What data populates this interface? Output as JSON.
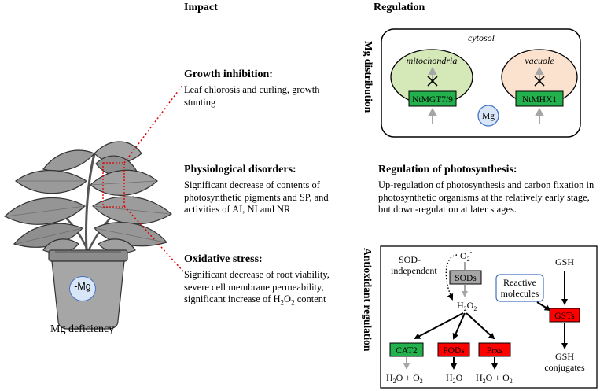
{
  "headers": {
    "impact": "Impact",
    "regulation": "Regulation"
  },
  "plant": {
    "pot_label": "-Mg",
    "caption": "Mg deficiency"
  },
  "impacts": [
    {
      "title": "Growth inhibition:",
      "lines": [
        "Leaf chlorosis and curling, growth",
        "stunting"
      ]
    },
    {
      "title": "Physiological disorders:",
      "lines": [
        "Significant decrease of contents of",
        "photosynthetic pigments and SP, and",
        "activities of AI, NI and NR"
      ]
    },
    {
      "title": "Oxidative stress:",
      "lines": [
        "Significant decrease of root viability,",
        "severe cell membrane permeability,"
      ]
    }
  ],
  "impact_h2o2_line": {
    "prefix": "significant increase of H",
    "sub1": "2",
    "mid": "O",
    "sub2": "2",
    "suffix": " content"
  },
  "mg_distribution": {
    "side_label": "Mg distribution",
    "cytosol": "cytosol",
    "mitochondria": "mitochondria",
    "vacuole": "vacuole",
    "transporter_mito": "NtMGT7/9",
    "transporter_vac": "NtMHX1",
    "mg": "Mg"
  },
  "photosynthesis": {
    "title": "Regulation of photosynthesis:",
    "lines": [
      "Up-regulation of photosynthesis and carbon fixation in",
      "photosynthetic organisms at the relatively early stage,",
      "but down-regulation at later stages."
    ]
  },
  "antioxidant": {
    "side_label": "Antioxidant regulation",
    "sod_independent": [
      "SOD-",
      "independent"
    ],
    "o2": "O",
    "sods": "SODs",
    "h2o2": "H",
    "cat2": "CAT2",
    "pods": "PODs",
    "prxs": "Prxs",
    "out_cat2": "H",
    "out_pods": "H",
    "out_prxs": "H",
    "gsh": "GSH",
    "reactive": [
      "Reactive",
      "molecules"
    ],
    "gsts": "GSTs",
    "gsh_conj": [
      "GSH",
      "conjugates"
    ]
  },
  "colors": {
    "green_box": "#22b14c",
    "red_box": "#ff0000",
    "grey_box": "#a6a6a6",
    "mito_fill": "#d5e8b8",
    "vac_fill": "#fbe2cf",
    "mg_fill": "#d9e6f7",
    "mg_stroke": "#4472c4",
    "leaf": "#9a9a9a",
    "pot": "#8c8c8c",
    "callout": "#e00000"
  }
}
